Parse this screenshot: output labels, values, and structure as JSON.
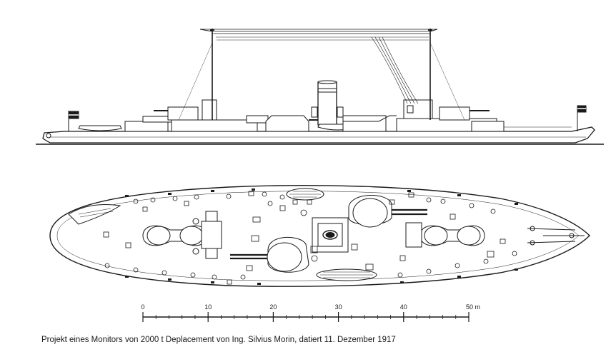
{
  "caption": "Projekt eines Monitors von 2000 t Deplacement von Ing. Silvius Morin, datiert 11. Dezember 1917",
  "scale_bar": {
    "ticks": [
      "0",
      "10",
      "20",
      "30",
      "40",
      "50 m"
    ]
  },
  "views": {
    "side": "side-elevation",
    "top": "deck-plan"
  },
  "colors": {
    "ink": "#1a1a1a",
    "paper": "#ffffff",
    "shade": "#bdbdbd"
  }
}
